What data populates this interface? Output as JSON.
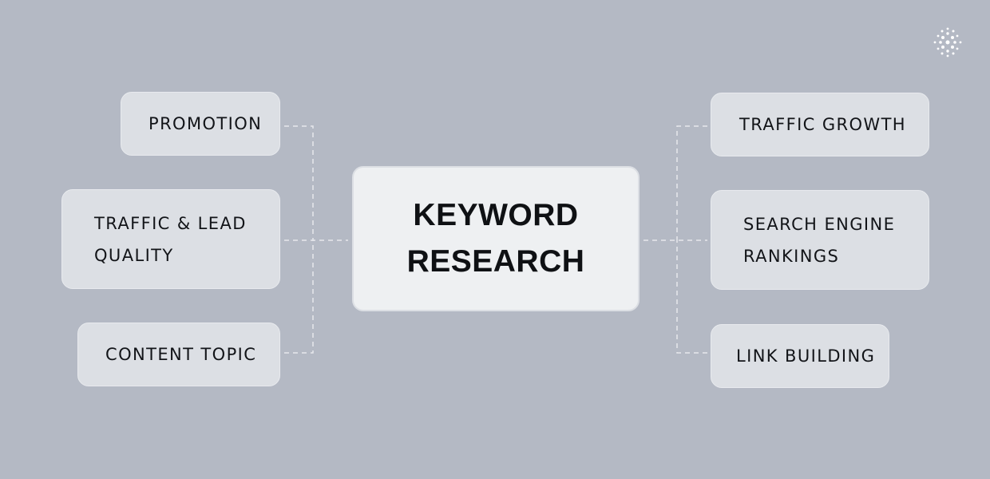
{
  "diagram": {
    "center": {
      "label": "KEYWORD\nRESEARCH"
    },
    "left_nodes": [
      {
        "label": "PROMOTION"
      },
      {
        "label": "TRAFFIC & LEAD\nQUALITY"
      },
      {
        "label": "CONTENT TOPIC"
      }
    ],
    "right_nodes": [
      {
        "label": "TRAFFIC GROWTH"
      },
      {
        "label": "SEARCH ENGINE\nRANKINGS"
      },
      {
        "label": "LINK BUILDING"
      }
    ]
  },
  "colors": {
    "background": "#b4b9c4",
    "node_fill": "#dcdfe4",
    "center_fill": "#eef0f2",
    "connector": "#e6e8ec",
    "text": "#121418"
  },
  "brand": {
    "icon": "dotted-sphere-logo-icon"
  }
}
